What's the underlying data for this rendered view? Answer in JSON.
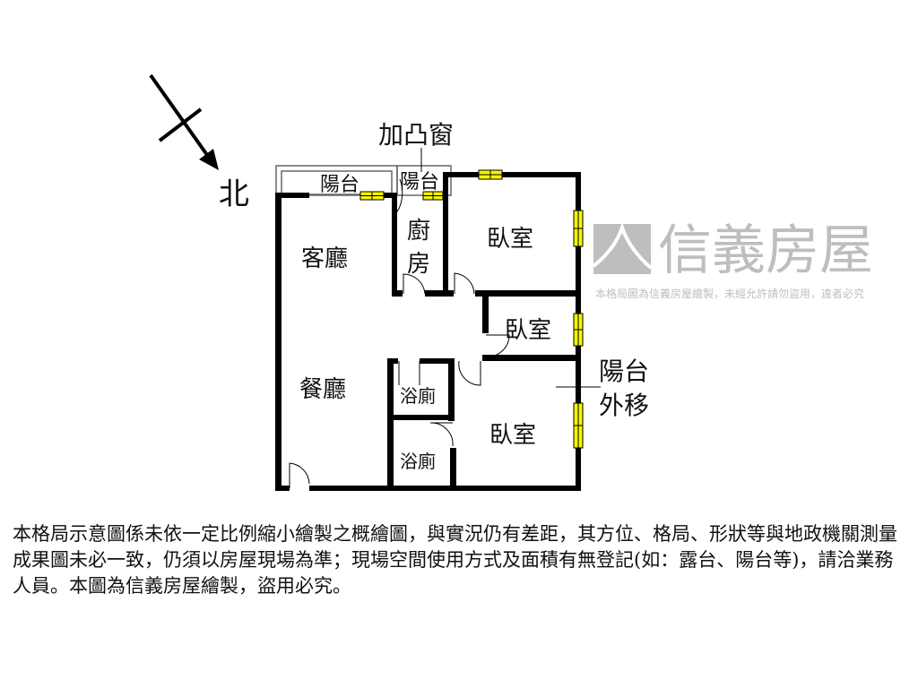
{
  "north_label": "北",
  "rooms": {
    "living": "客廳",
    "dining": "餐廳",
    "kitchen_1": "廚",
    "kitchen_2": "房",
    "balcony_front": "陽台",
    "balcony_kitchen": "陽台",
    "bedroom_1": "臥室",
    "bedroom_2": "臥室",
    "bedroom_3": "臥室",
    "bath_1": "浴廁",
    "bath_2": "浴廁"
  },
  "annotations": {
    "bay_window": "加凸窗",
    "balcony_moved_1": "陽台",
    "balcony_moved_2": "外移"
  },
  "watermark": {
    "brand": "信義房屋",
    "small_text": "本格局圖為信義房屋繪製，未經允許請勿盜用，違者必究"
  },
  "disclaimer": "本格局示意圖係未依一定比例縮小繪製之概繪圖，與實況仍有差距，其方位、格局、形狀等與地政機關測量成果圖未必一致，仍須以房屋現場為準；現場空間使用方式及面積有無登記(如：露台、陽台等)，請洽業務人員。本圖為信義房屋繪製，盜用必究。",
  "colors": {
    "wall": "#000000",
    "window": "#f5f500",
    "watermark": "#b3b3b3"
  }
}
